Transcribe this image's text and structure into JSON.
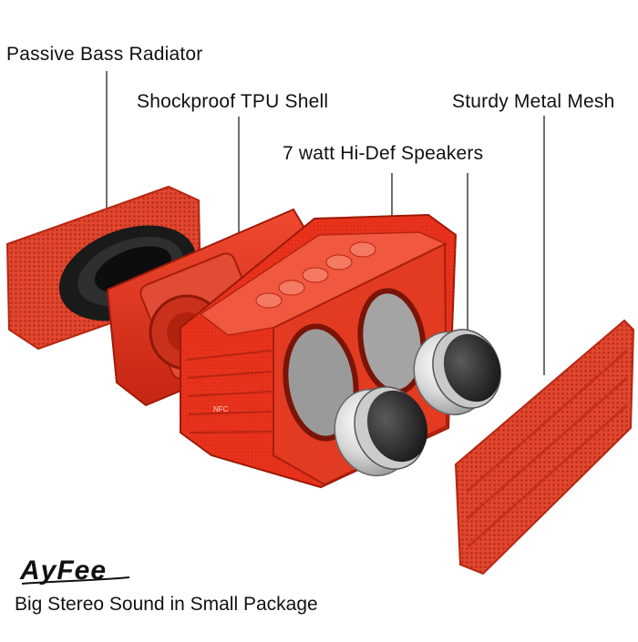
{
  "callouts": {
    "passive_bass_radiator": "Passive Bass Radiator",
    "shockproof_tpu_shell": "Shockproof TPU Shell",
    "sturdy_metal_mesh": "Sturdy Metal Mesh",
    "hi_def_speakers": "7 watt Hi-Def Speakers"
  },
  "product": {
    "nfc_mark": "NFC",
    "color": "#e8321c"
  },
  "brand": {
    "logo_text": "AyFee",
    "tagline": "Big Stereo Sound in Small Package"
  }
}
